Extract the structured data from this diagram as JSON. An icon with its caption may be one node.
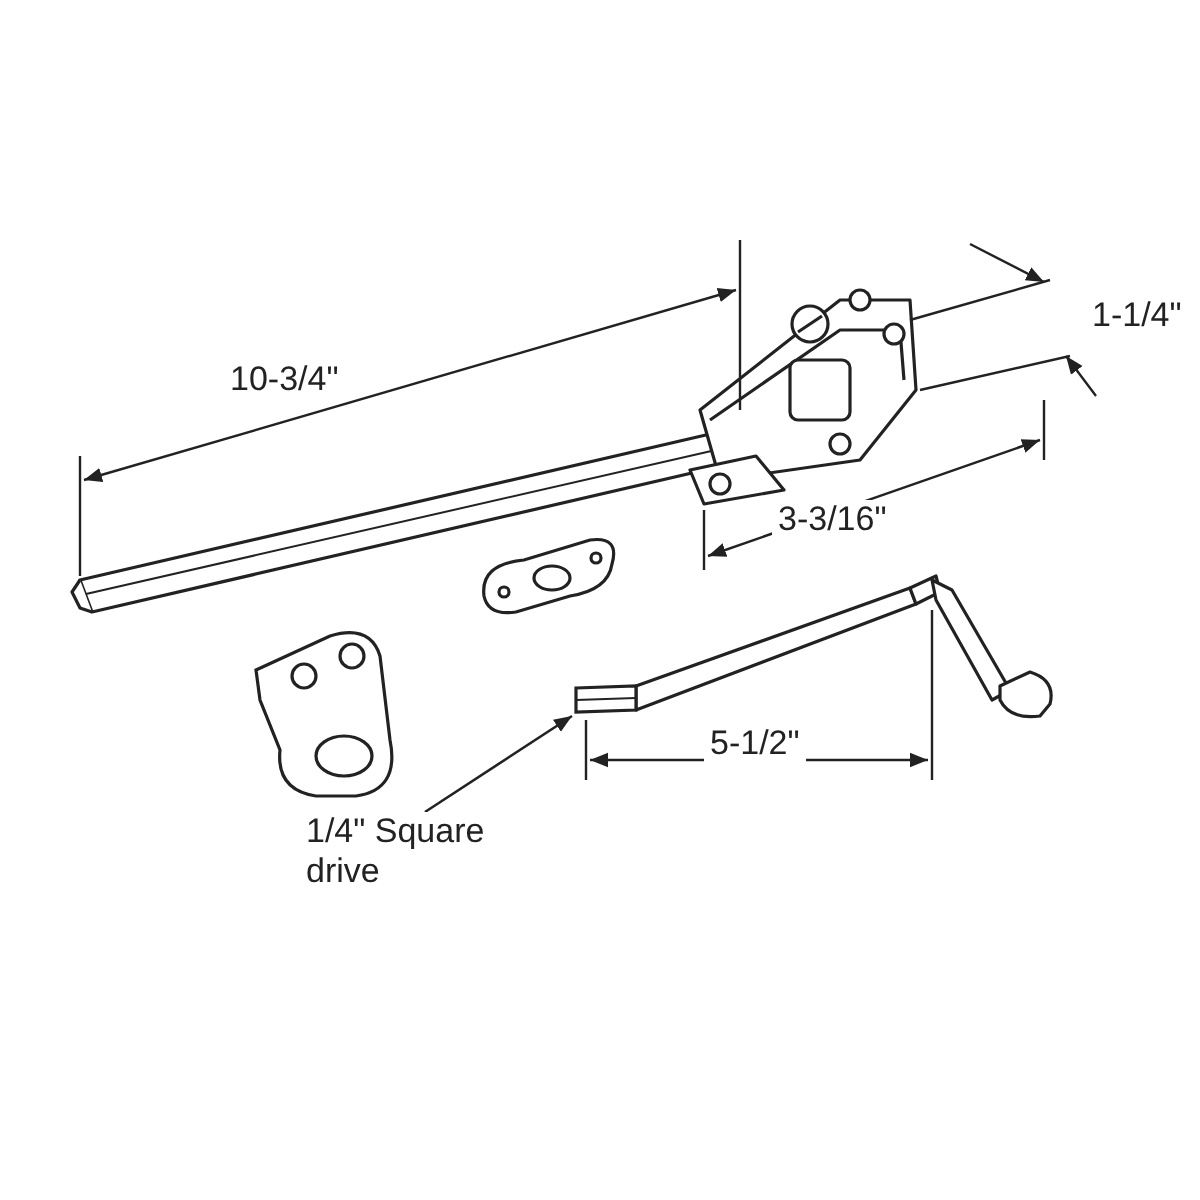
{
  "diagram": {
    "nodes": [
      {
        "text": [
          "1/4\" Square drive"
        ]
      },
      {
        "text": [],
        "shape": "picture"
      }
    ],
    "edges": [
      {
        "from": 0,
        "to": 1,
        "arrow": "to"
      }
    ],
    "labels": [
      "10-3/4\"",
      "1-1/4\"",
      "3-3/16\"",
      "5-1/2\""
    ]
  }
}
